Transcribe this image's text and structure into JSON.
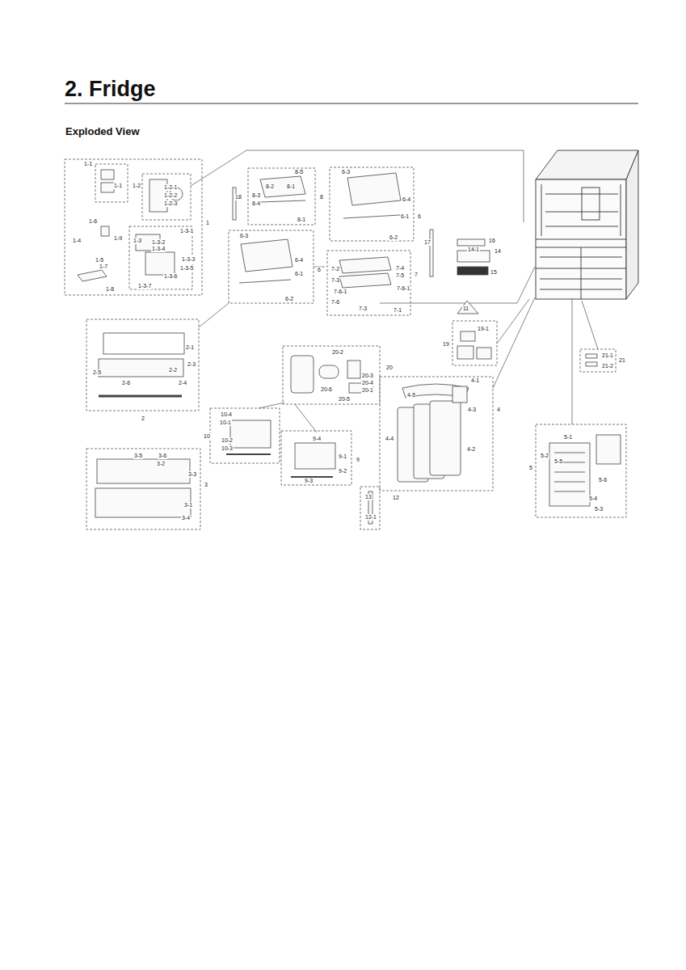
{
  "diagram": {
    "title": "2. Fridge",
    "labels": [
      "Exploded View",
      "1-1",
      "1-1",
      "1-2",
      "1-2-1",
      "1-2-2",
      "1-2-3",
      "1",
      "1-6",
      "1-9",
      "1-4",
      "1-3",
      "1-3-1",
      "1-3-2",
      "1-3-4",
      "1-3-3",
      "1-3-5",
      "1-3-6",
      "1-3-7",
      "1-5",
      "1-7",
      "1-8",
      "18",
      "8-5",
      "8-2",
      "8-1",
      "8-3",
      "8-4",
      "8-1",
      "8",
      "6-3",
      "6-4",
      "6-1",
      "6-2",
      "6",
      "6-3",
      "6-4",
      "6-1",
      "6-2",
      "6",
      "17",
      "16",
      "14-1",
      "14",
      "15",
      "7-4",
      "7-5",
      "7-2",
      "7-3",
      "7-6-1",
      "7-6",
      "7-6-1",
      "7-3",
      "7-1",
      "7",
      "11",
      "19-1",
      "19",
      "20-2",
      "20-3",
      "20-4",
      "20-1",
      "20-6",
      "20-5",
      "20",
      "21-1",
      "21-2",
      "21",
      "2-1",
      "2-3",
      "2-2",
      "2-5",
      "2-6",
      "2-4",
      "2",
      "3-5",
      "3-6",
      "3-2",
      "3-3",
      "3",
      "3-1",
      "3-4",
      "10-4",
      "10-1",
      "10",
      "10-2",
      "10-3",
      "9-4",
      "9-1",
      "9-2",
      "9-3",
      "9",
      "4-1",
      "4-5",
      "4-3",
      "4",
      "4-4",
      "4-2",
      "13",
      "12",
      "12-1",
      "5-1",
      "5-2",
      "5-5",
      "5",
      "5-6",
      "5-4",
      "5-3"
    ]
  }
}
